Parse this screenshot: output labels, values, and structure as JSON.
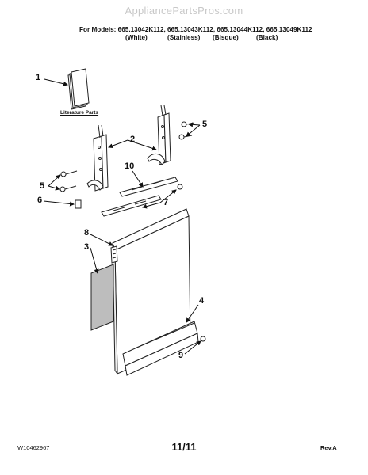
{
  "watermark": "AppliancePartsPros.com",
  "header": {
    "models_line": "For Models: 665.13042K112, 665.13043K112, 665.13044K112, 665.13049K112",
    "colors": [
      "(White)",
      "(Stainless)",
      "(Bisque)",
      "(Black)"
    ]
  },
  "literature_label": "Literature Parts",
  "callouts": [
    "1",
    "2",
    "5",
    "5",
    "10",
    "6",
    "7",
    "8",
    "3",
    "4",
    "9"
  ],
  "footer": {
    "part_number": "W10462967",
    "page": "11/11",
    "revision": "Rev.A"
  }
}
